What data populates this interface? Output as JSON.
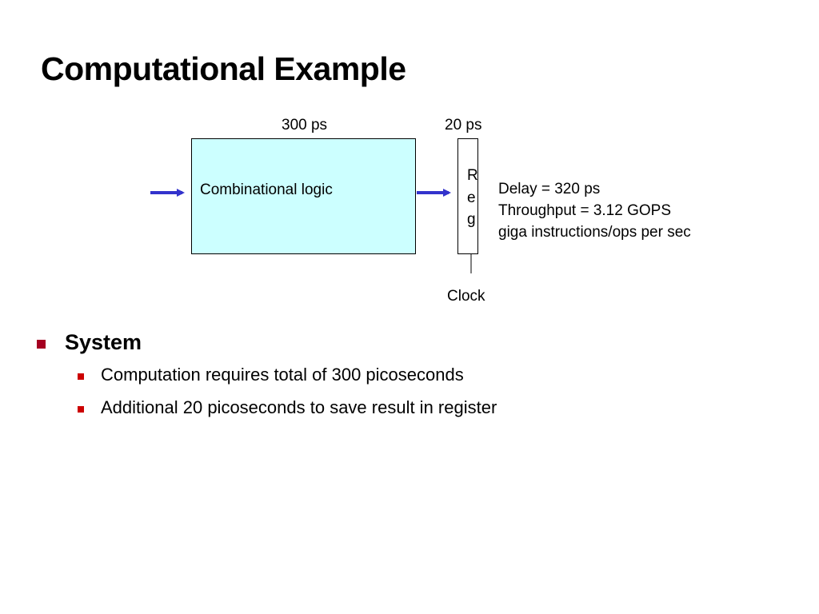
{
  "slide": {
    "title": "Computational Example"
  },
  "diagram": {
    "combo_delay_label": "300 ps",
    "reg_delay_label": "20 ps",
    "combo_label": "Combinational logic",
    "reg_letters": [
      "R",
      "e",
      "g"
    ],
    "clock_label": "Clock",
    "info_lines": [
      "Delay = 320 ps",
      "Throughput = 3.12 GOPS",
      "giga instructions/ops per sec"
    ],
    "colors": {
      "combo_fill": "#ccffff",
      "arrow": "#3333cc",
      "bullet_l1": "#a50021",
      "bullet_l2": "#cc0000"
    }
  },
  "bullets": {
    "level1": "System",
    "level2": [
      "Computation requires total of 300 picoseconds",
      "Additional 20 picoseconds to save result in register"
    ]
  }
}
